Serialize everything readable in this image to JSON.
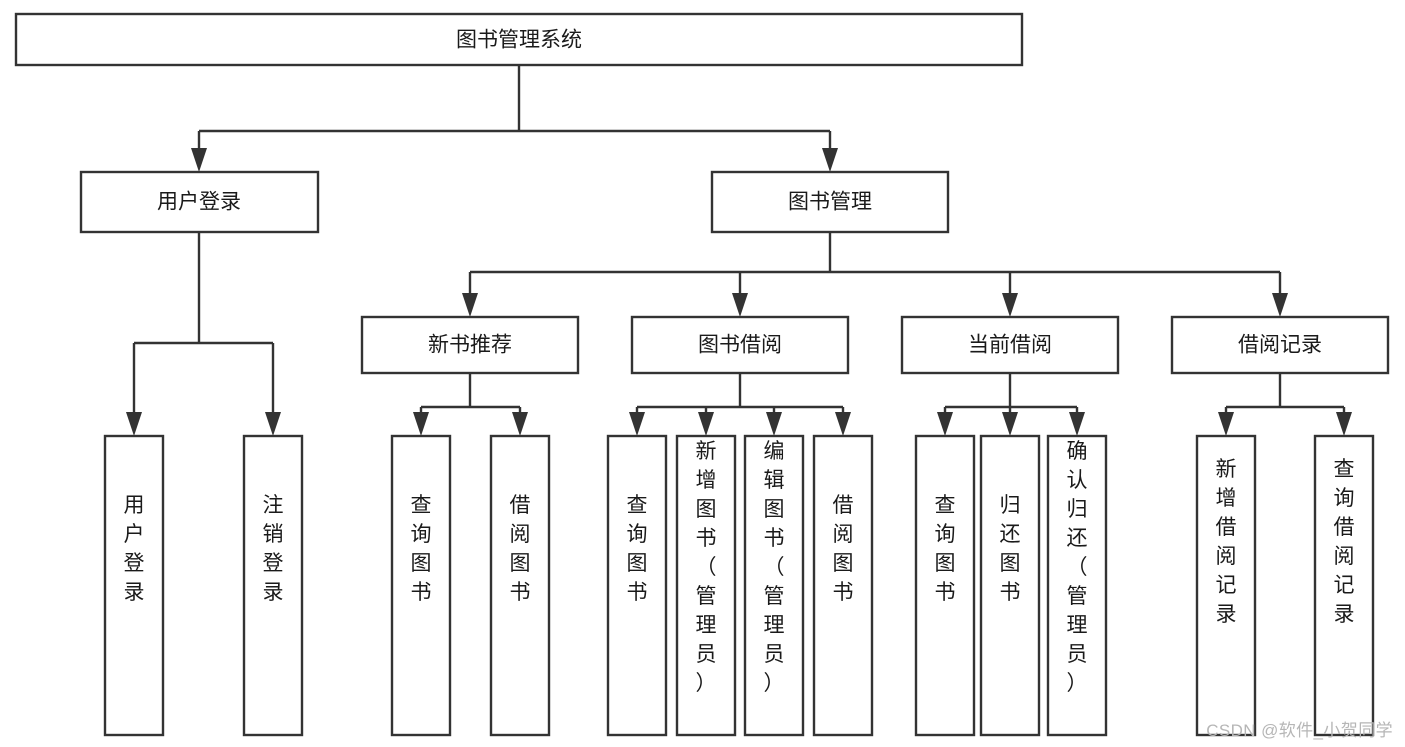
{
  "diagram": {
    "title": "图书管理系统",
    "type": "hierarchy-tree",
    "levels": 4,
    "colors": {
      "box_fill": "#ffffff",
      "box_stroke": "#333333",
      "text": "#1a1a1a",
      "background": "#ffffff",
      "watermark": "#b6b6b6"
    },
    "root": {
      "label": "图书管理系统",
      "orientation": "horizontal"
    },
    "level2": [
      {
        "label": "用户登录",
        "orientation": "horizontal"
      },
      {
        "label": "图书管理",
        "orientation": "horizontal"
      }
    ],
    "level3": [
      {
        "label": "新书推荐",
        "orientation": "horizontal"
      },
      {
        "label": "图书借阅",
        "orientation": "horizontal"
      },
      {
        "label": "当前借阅",
        "orientation": "horizontal"
      },
      {
        "label": "借阅记录",
        "orientation": "horizontal"
      }
    ],
    "leaves": {
      "user_login": [
        {
          "label": "用户登录",
          "orientation": "vertical"
        },
        {
          "label": "注销登录",
          "orientation": "vertical"
        }
      ],
      "new_book_recommend": [
        {
          "label": "查询图书",
          "orientation": "vertical"
        },
        {
          "label": "借阅图书",
          "orientation": "vertical"
        }
      ],
      "book_borrow": [
        {
          "label": "查询图书",
          "orientation": "vertical"
        },
        {
          "label": "新增图书（管理员）",
          "orientation": "vertical"
        },
        {
          "label": "编辑图书（管理员）",
          "orientation": "vertical"
        },
        {
          "label": "借阅图书",
          "orientation": "vertical"
        }
      ],
      "current_borrow": [
        {
          "label": "查询图书",
          "orientation": "vertical"
        },
        {
          "label": "归还图书",
          "orientation": "vertical"
        },
        {
          "label": "确认归还（管理员）",
          "orientation": "vertical"
        }
      ],
      "borrow_record": [
        {
          "label": "新增借阅记录",
          "orientation": "vertical"
        },
        {
          "label": "查询借阅记录",
          "orientation": "vertical"
        }
      ]
    }
  },
  "watermark": {
    "text": "CSDN @软件_小贺同学"
  }
}
